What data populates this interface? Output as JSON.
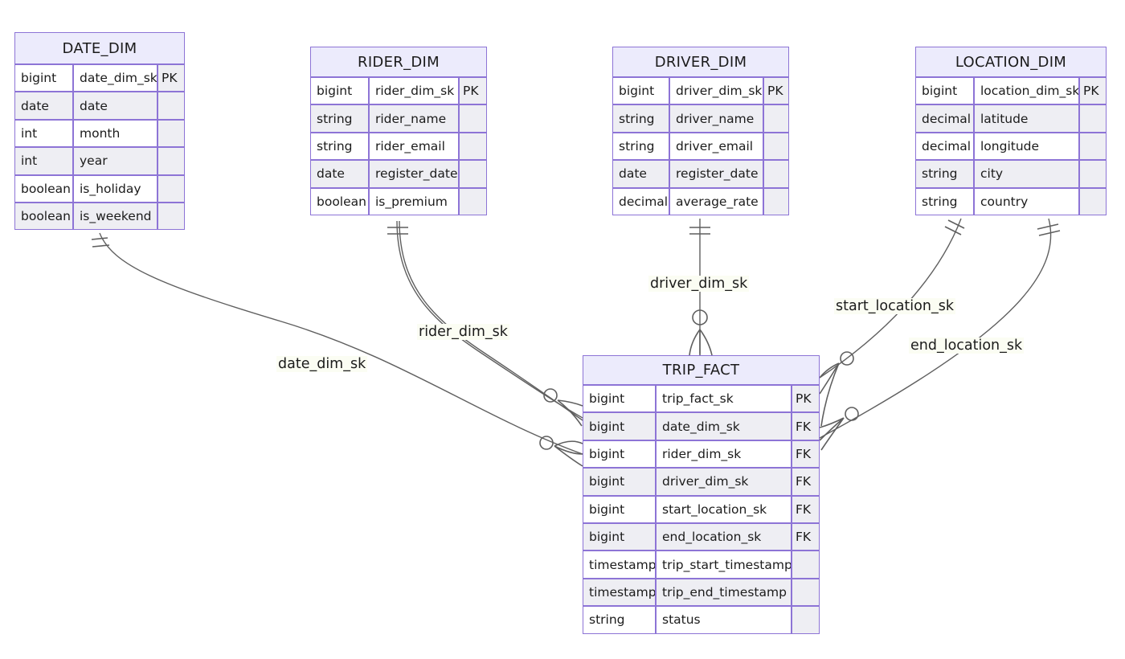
{
  "tables": [
    {
      "id": "date_dim",
      "name": "DATE_DIM",
      "columns": [
        {
          "type": "bigint",
          "name": "date_dim_sk",
          "key": "PK"
        },
        {
          "type": "date",
          "name": "date",
          "key": ""
        },
        {
          "type": "int",
          "name": "month",
          "key": ""
        },
        {
          "type": "int",
          "name": "year",
          "key": ""
        },
        {
          "type": "boolean",
          "name": "is_holiday",
          "key": ""
        },
        {
          "type": "boolean",
          "name": "is_weekend",
          "key": ""
        }
      ]
    },
    {
      "id": "rider_dim",
      "name": "RIDER_DIM",
      "columns": [
        {
          "type": "bigint",
          "name": "rider_dim_sk",
          "key": "PK"
        },
        {
          "type": "string",
          "name": "rider_name",
          "key": ""
        },
        {
          "type": "string",
          "name": "rider_email",
          "key": ""
        },
        {
          "type": "date",
          "name": "register_date",
          "key": ""
        },
        {
          "type": "boolean",
          "name": "is_premium",
          "key": ""
        }
      ]
    },
    {
      "id": "driver_dim",
      "name": "DRIVER_DIM",
      "columns": [
        {
          "type": "bigint",
          "name": "driver_dim_sk",
          "key": "PK"
        },
        {
          "type": "string",
          "name": "driver_name",
          "key": ""
        },
        {
          "type": "string",
          "name": "driver_email",
          "key": ""
        },
        {
          "type": "date",
          "name": "register_date",
          "key": ""
        },
        {
          "type": "decimal",
          "name": "average_rate",
          "key": ""
        }
      ]
    },
    {
      "id": "location_dim",
      "name": "LOCATION_DIM",
      "columns": [
        {
          "type": "bigint",
          "name": "location_dim_sk",
          "key": "PK"
        },
        {
          "type": "decimal",
          "name": "latitude",
          "key": ""
        },
        {
          "type": "decimal",
          "name": "longitude",
          "key": ""
        },
        {
          "type": "string",
          "name": "city",
          "key": ""
        },
        {
          "type": "string",
          "name": "country",
          "key": ""
        }
      ]
    },
    {
      "id": "trip_fact",
      "name": "TRIP_FACT",
      "columns": [
        {
          "type": "bigint",
          "name": "trip_fact_sk",
          "key": "PK"
        },
        {
          "type": "bigint",
          "name": "date_dim_sk",
          "key": "FK"
        },
        {
          "type": "bigint",
          "name": "rider_dim_sk",
          "key": "FK"
        },
        {
          "type": "bigint",
          "name": "driver_dim_sk",
          "key": "FK"
        },
        {
          "type": "bigint",
          "name": "start_location_sk",
          "key": "FK"
        },
        {
          "type": "bigint",
          "name": "end_location_sk",
          "key": "FK"
        },
        {
          "type": "timestamp",
          "name": "trip_start_timestamp",
          "key": ""
        },
        {
          "type": "timestamp",
          "name": "trip_end_timestamp",
          "key": ""
        },
        {
          "type": "string",
          "name": "status",
          "key": ""
        }
      ]
    }
  ],
  "relationships": [
    {
      "id": "rel_date",
      "label": "date_dim_sk",
      "from": "DATE_DIM",
      "to": "TRIP_FACT"
    },
    {
      "id": "rel_rider",
      "label": "rider_dim_sk",
      "from": "RIDER_DIM",
      "to": "TRIP_FACT"
    },
    {
      "id": "rel_driver",
      "label": "driver_dim_sk",
      "from": "DRIVER_DIM",
      "to": "TRIP_FACT"
    },
    {
      "id": "rel_start_loc",
      "label": "start_location_sk",
      "from": "LOCATION_DIM",
      "to": "TRIP_FACT"
    },
    {
      "id": "rel_end_loc",
      "label": "end_location_sk",
      "from": "LOCATION_DIM",
      "to": "TRIP_FACT"
    }
  ],
  "colors": {
    "border": "#8d74d6",
    "header_fill": "#ecebfc",
    "cell_shade": "#eeeef3",
    "edge": "#5f5f5f",
    "label_bg": "#fbfdf3"
  }
}
